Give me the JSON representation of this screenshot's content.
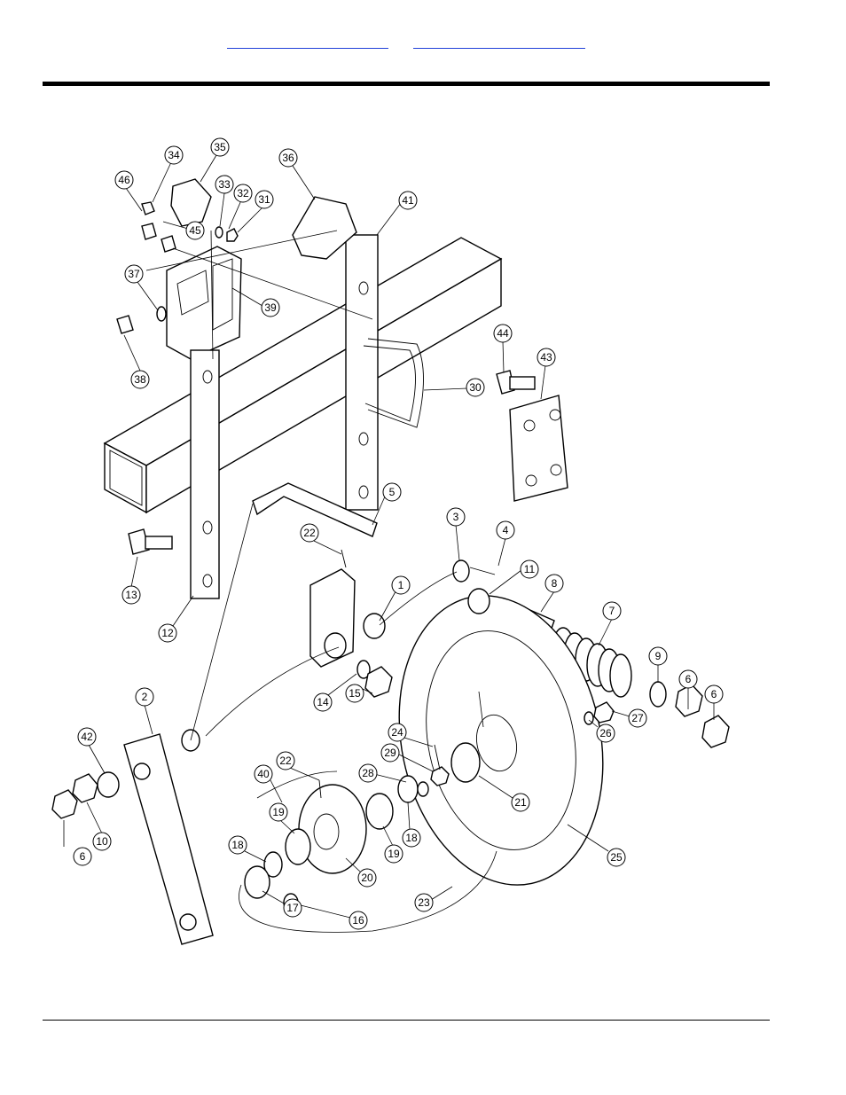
{
  "nav": {
    "link_1": "",
    "link_2": ""
  },
  "callouts": [
    "1",
    "2",
    "3",
    "4",
    "5",
    "6",
    "6",
    "6",
    "7",
    "8",
    "9",
    "10",
    "11",
    "12",
    "13",
    "14",
    "15",
    "16",
    "17",
    "18",
    "18",
    "19",
    "19",
    "20",
    "21",
    "22",
    "22",
    "23",
    "24",
    "25",
    "26",
    "27",
    "28",
    "29",
    "30",
    "31",
    "32",
    "33",
    "34",
    "35",
    "36",
    "37",
    "38",
    "39",
    "40",
    "41",
    "42",
    "43",
    "44",
    "45",
    "46"
  ],
  "colors": {
    "link": "#1f3fd8",
    "rule": "#000000"
  }
}
